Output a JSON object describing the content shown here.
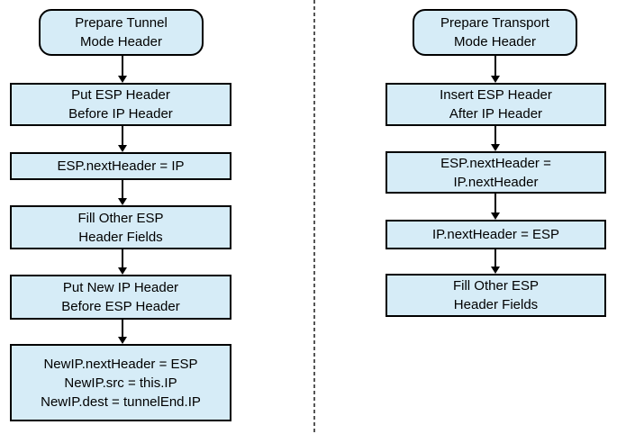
{
  "colors": {
    "node_fill": "#d6ecf7",
    "node_border": "#000000",
    "arrow": "#000000",
    "divider": "#555555"
  },
  "flows": [
    {
      "id": "tunnel-mode",
      "nodes": [
        {
          "type": "terminator",
          "label": "Prepare Tunnel\nMode Header"
        },
        {
          "type": "process",
          "label": "Put ESP Header\nBefore IP Header"
        },
        {
          "type": "process",
          "label": "ESP.nextHeader = IP"
        },
        {
          "type": "process",
          "label": "Fill Other ESP\nHeader Fields"
        },
        {
          "type": "process",
          "label": "Put New IP Header\nBefore ESP Header"
        },
        {
          "type": "process",
          "label": "NewIP.nextHeader = ESP\nNewIP.src = this.IP\nNewIP.dest = tunnelEnd.IP"
        }
      ]
    },
    {
      "id": "transport-mode",
      "nodes": [
        {
          "type": "terminator",
          "label": "Prepare Transport\nMode Header"
        },
        {
          "type": "process",
          "label": "Insert ESP Header\nAfter IP Header"
        },
        {
          "type": "process",
          "label": "ESP.nextHeader =\nIP.nextHeader"
        },
        {
          "type": "process",
          "label": "IP.nextHeader = ESP"
        },
        {
          "type": "process",
          "label": "Fill Other ESP\nHeader Fields"
        }
      ]
    }
  ]
}
